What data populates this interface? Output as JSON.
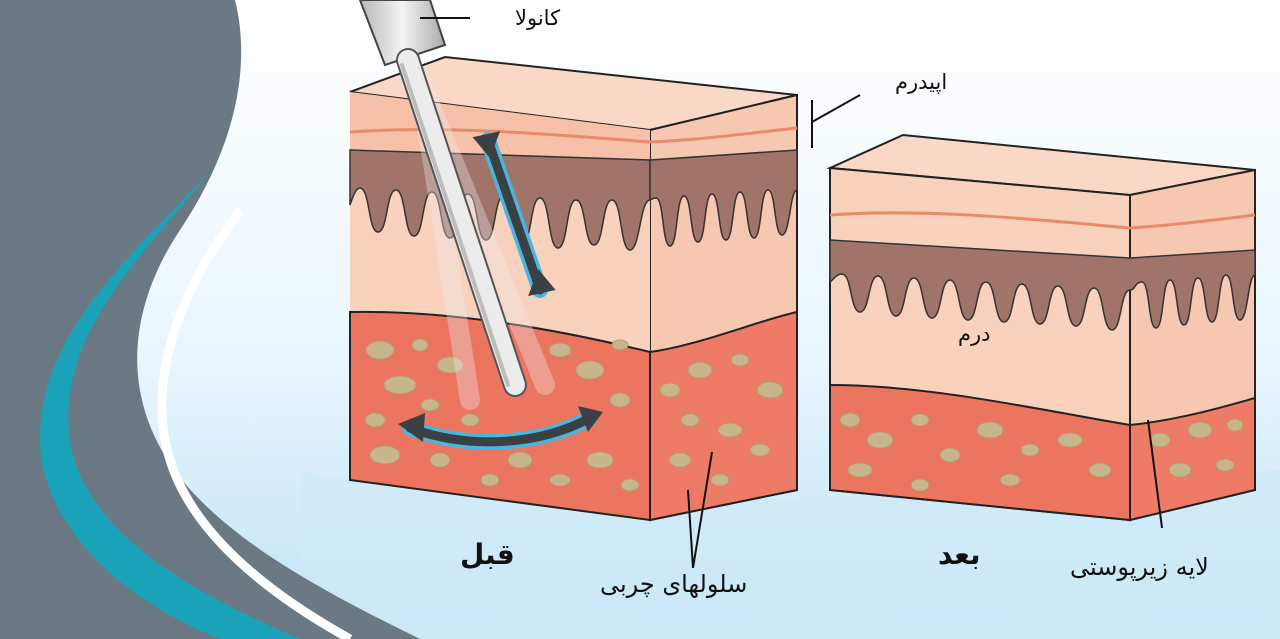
{
  "labels": {
    "cannula": "کانولا",
    "epidermis": "اپیدرم",
    "dermis": "درم",
    "fat_cells": "سلولهای چربی",
    "subcutaneous": "لایه زیرپوستی",
    "before": "قبل",
    "after": "بعد"
  },
  "colors": {
    "epidermis": "#f6c6ae",
    "papillae": "#a07468",
    "dermis": "#f8cdb6",
    "fat": "#ec7560",
    "fat_cell": "#c9b58c",
    "cannula": "#d9d9d9",
    "arrow": "#3a4044",
    "arrow_glow": "#4ab6df",
    "decor_gray": "#6a7984",
    "decor_teal": "#1aa3b8",
    "water": "#d3ecf9"
  }
}
